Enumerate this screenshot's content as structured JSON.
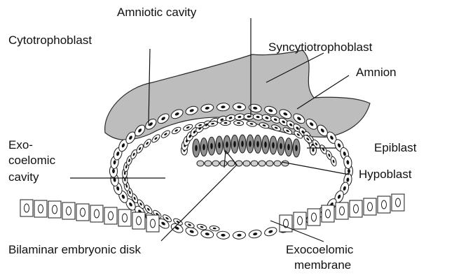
{
  "labels": {
    "amniotic_cavity": "Amniotic cavity",
    "cytotrophoblast": "Cytotrophoblast",
    "syncytiotrophoblast": "Syncytiotrophoblast",
    "amnion": "Amnion",
    "exocoelomic_cavity_line1": "Exo-",
    "exocoelomic_cavity_line2": "coelomic",
    "exocoelomic_cavity_line3": "cavity",
    "epiblast": "Epiblast",
    "hypoblast": "Hypoblast",
    "bilaminar_embryonic_disk": "Bilaminar embryonic disk",
    "exocoelomic_membrane_line1": "Exocoelomic",
    "exocoelomic_membrane_line2": "membrane"
  },
  "colors": {
    "syncytiotrophoblast_fill": "#bdbdbd",
    "cell_outline": "#1a1a1a",
    "epiblast_fill": "#8f8f8f",
    "background": "#ffffff"
  }
}
